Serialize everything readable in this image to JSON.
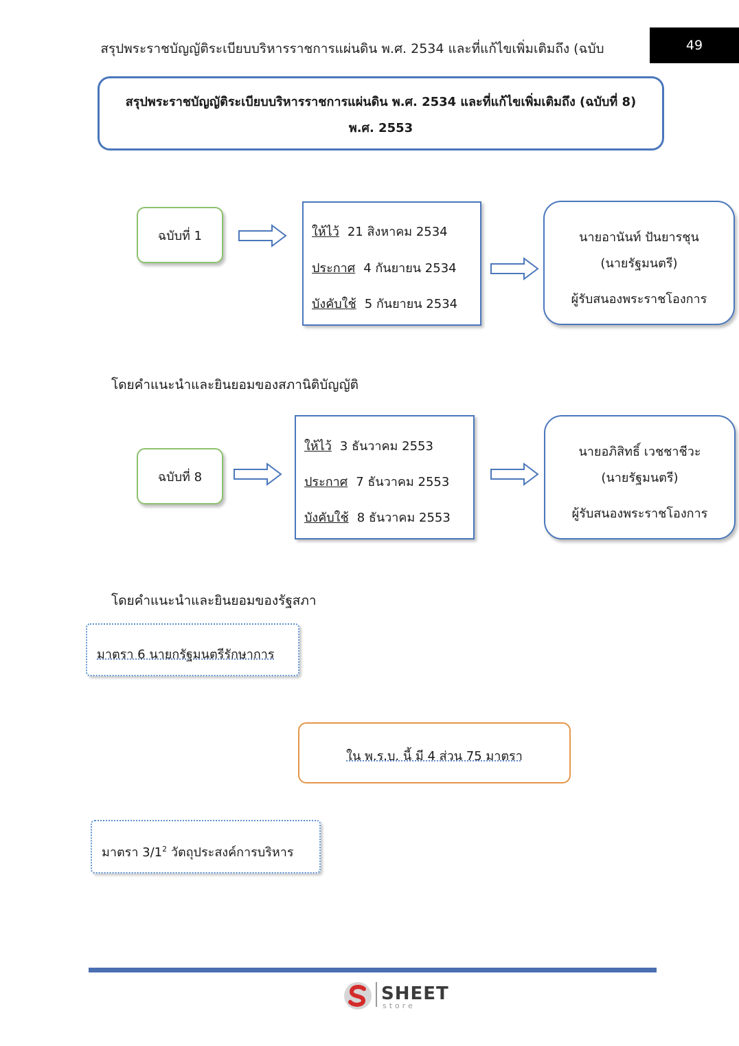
{
  "header": {
    "running_title": "สรุปพระราชบัญญัติระเบียบบริหารราชการแผ่นดิน พ.ศ. 2534 และที่แก้ไขเพิ่มเติมถึง (ฉบับ",
    "page_number": "49"
  },
  "title": {
    "line1": "สรุปพระราชบัญญัติระเบียบบริหารราชการแผ่นดิน พ.ศ. 2534 และที่แก้ไขเพิ่มเติมถึง (ฉบับที่ 8)",
    "line2": "พ.ศ. 2553"
  },
  "flow1": {
    "edition": "ฉบับที่ 1",
    "rows": [
      {
        "label": "ให้ไว้",
        "value": "21 สิงหาคม 2534"
      },
      {
        "label": "ประกาศ",
        "value": "4 กันยายน 2534"
      },
      {
        "label": "บังคับใช้",
        "value": "5 กันยายน 2534"
      }
    ],
    "signer": {
      "name": "นายอานันท์ ปันยารชุน",
      "position": "(นายรัฐมนตรี)",
      "role": "ผู้รับสนองพระราชโองการ"
    }
  },
  "note1": "โดยคำแนะนำและยินยอมของสภานิติบัญญัติ",
  "flow2": {
    "edition": "ฉบับที่ 8",
    "rows": [
      {
        "label": "ให้ไว้",
        "value": "3 ธันวาคม 2553"
      },
      {
        "label": "ประกาศ",
        "value": "7 ธันวาคม 2553"
      },
      {
        "label": "บังคับใช้",
        "value": "8 ธันวาคม 2553"
      }
    ],
    "signer": {
      "name": "นายอภิสิทธิ์  เวชชาชีวะ",
      "position": "(นายรัฐมนตรี)",
      "role": "ผู้รับสนองพระราชโองการ"
    }
  },
  "note2": "โดยคำแนะนำและยินยอมของรัฐสภา",
  "section6": "มาตรา 6 นายกรัฐมนตรีรักษาการ",
  "summary": "ใน พ.ร.บ. นี้ มี 4 ส่วน 75 มาตรา",
  "section31": {
    "text": "มาตรา 3/1",
    "superscript": "2",
    "rest": " วัตถุประสงค์การบริหาร"
  },
  "footer": {
    "logo_main": "SHEET",
    "logo_sub": "store"
  },
  "colors": {
    "blue_border": "#4a77bb",
    "green_border": "#8cc16c",
    "orange_border": "#e4964a",
    "footer_bar": "#4a6fb0"
  }
}
